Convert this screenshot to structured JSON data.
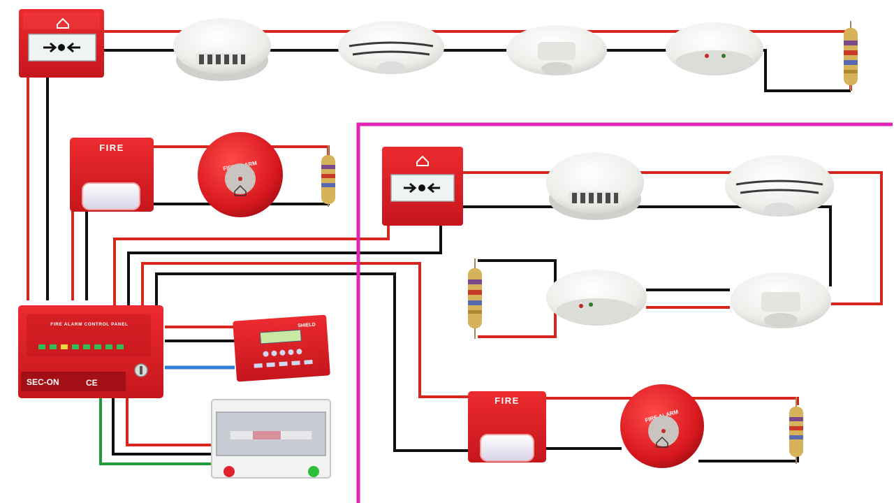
{
  "colors": {
    "background": "#ffffff",
    "wire_positive": "#d7261e",
    "wire_negative": "#111111",
    "wire_data": "#2f7fd8",
    "wire_earth": "#1e9a36",
    "zone_divider": "#e024b4",
    "device_red": "#e0232a",
    "device_white": "#f1f1ee"
  },
  "labels": {
    "sounder_1": "FIRE",
    "sounder_2": "FIRE",
    "bell_1": "FIRE ALARM",
    "bell_2": "FIRE ALARM",
    "panel_title": "FIRE ALARM CONTROL PANEL",
    "panel_brand": "SEC-ON",
    "panel_mark": "CE",
    "repeater_brand": "SHIELD"
  },
  "icons": {
    "call_point": "arrows-to-dot-icon",
    "house_fire": "house-fire-icon",
    "resistor": "end-of-line-resistor-icon"
  }
}
